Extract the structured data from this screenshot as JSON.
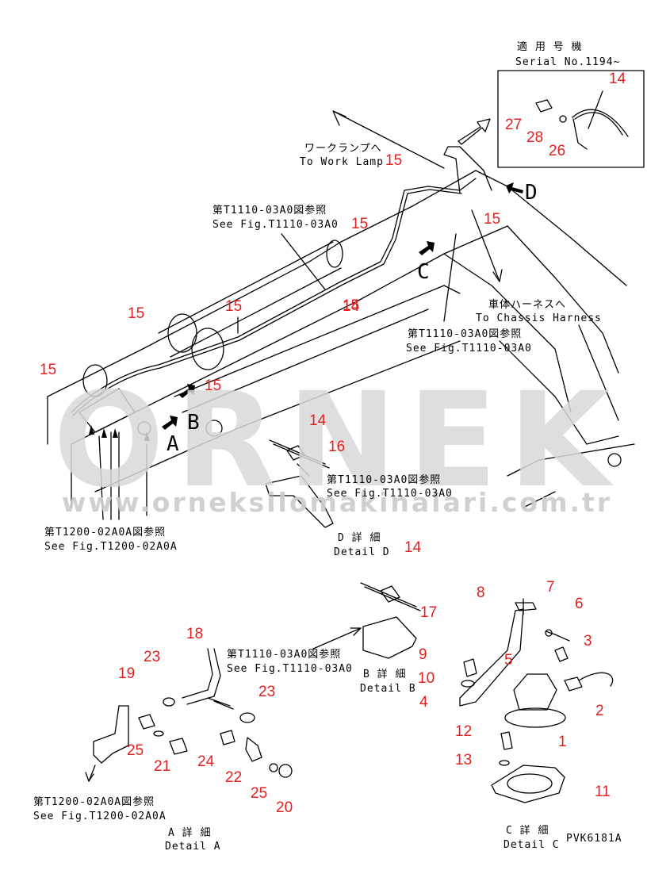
{
  "watermark": {
    "brand": "ORNEK",
    "url": "www.orneksilomakinalari.com.tr"
  },
  "serial": {
    "jp": "適 用 号 機",
    "en": "Serial No.1194~"
  },
  "labels": {
    "work_lamp_jp": "ワークランプへ",
    "work_lamp_en": "To Work Lamp",
    "ref_t1110_top_jp": "第T1110-03A0図参照",
    "ref_t1110_top_en": "See Fig.T1110-03A0",
    "chassis_jp": "車体ハーネスへ",
    "chassis_en": "To Chassis Harness",
    "ref_t1110_mid_jp": "第T1110-03A0図参照",
    "ref_t1110_mid_en": "See Fig.T1110-03A0",
    "ref_t1110_d_jp": "第T1110-03A0図参照",
    "ref_t1110_d_en": "See Fig.T1110-03A0",
    "ref_t1200_top_jp": "第T1200-02A0A図参照",
    "ref_t1200_top_en": "See Fig.T1200-02A0A",
    "detail_d_jp": "D 詳 細",
    "detail_d_en": "Detail D",
    "ref_t1110_b_jp": "第T1110-03A0図参照",
    "ref_t1110_b_en": "See Fig.T1110-03A0",
    "detail_b_jp": "B 詳 細",
    "detail_b_en": "Detail B",
    "ref_t1200_bot_jp": "第T1200-02A0A図参照",
    "ref_t1200_bot_en": "See Fig.T1200-02A0A",
    "detail_a_jp": "A 詳 細",
    "detail_a_en": "Detail A",
    "detail_c_jp": "C 詳 細",
    "detail_c_en": "Detail C",
    "drawing_no": "PVK6181A"
  },
  "view_letters": {
    "a": "A",
    "b": "B",
    "c": "C",
    "d": "D"
  },
  "part_numbers": [
    "14",
    "27",
    "28",
    "26",
    "15",
    "15",
    "15",
    "15",
    "15",
    "15",
    "15",
    "15",
    "14",
    "14",
    "16",
    "14",
    "17",
    "8",
    "7",
    "6",
    "3",
    "5",
    "9",
    "10",
    "4",
    "2",
    "1",
    "12",
    "13",
    "11",
    "18",
    "23",
    "19",
    "23",
    "25",
    "21",
    "24",
    "22",
    "25",
    "20"
  ],
  "colors": {
    "callout": "#e32020",
    "line": "#000000",
    "watermark": "#d9d9d9"
  }
}
